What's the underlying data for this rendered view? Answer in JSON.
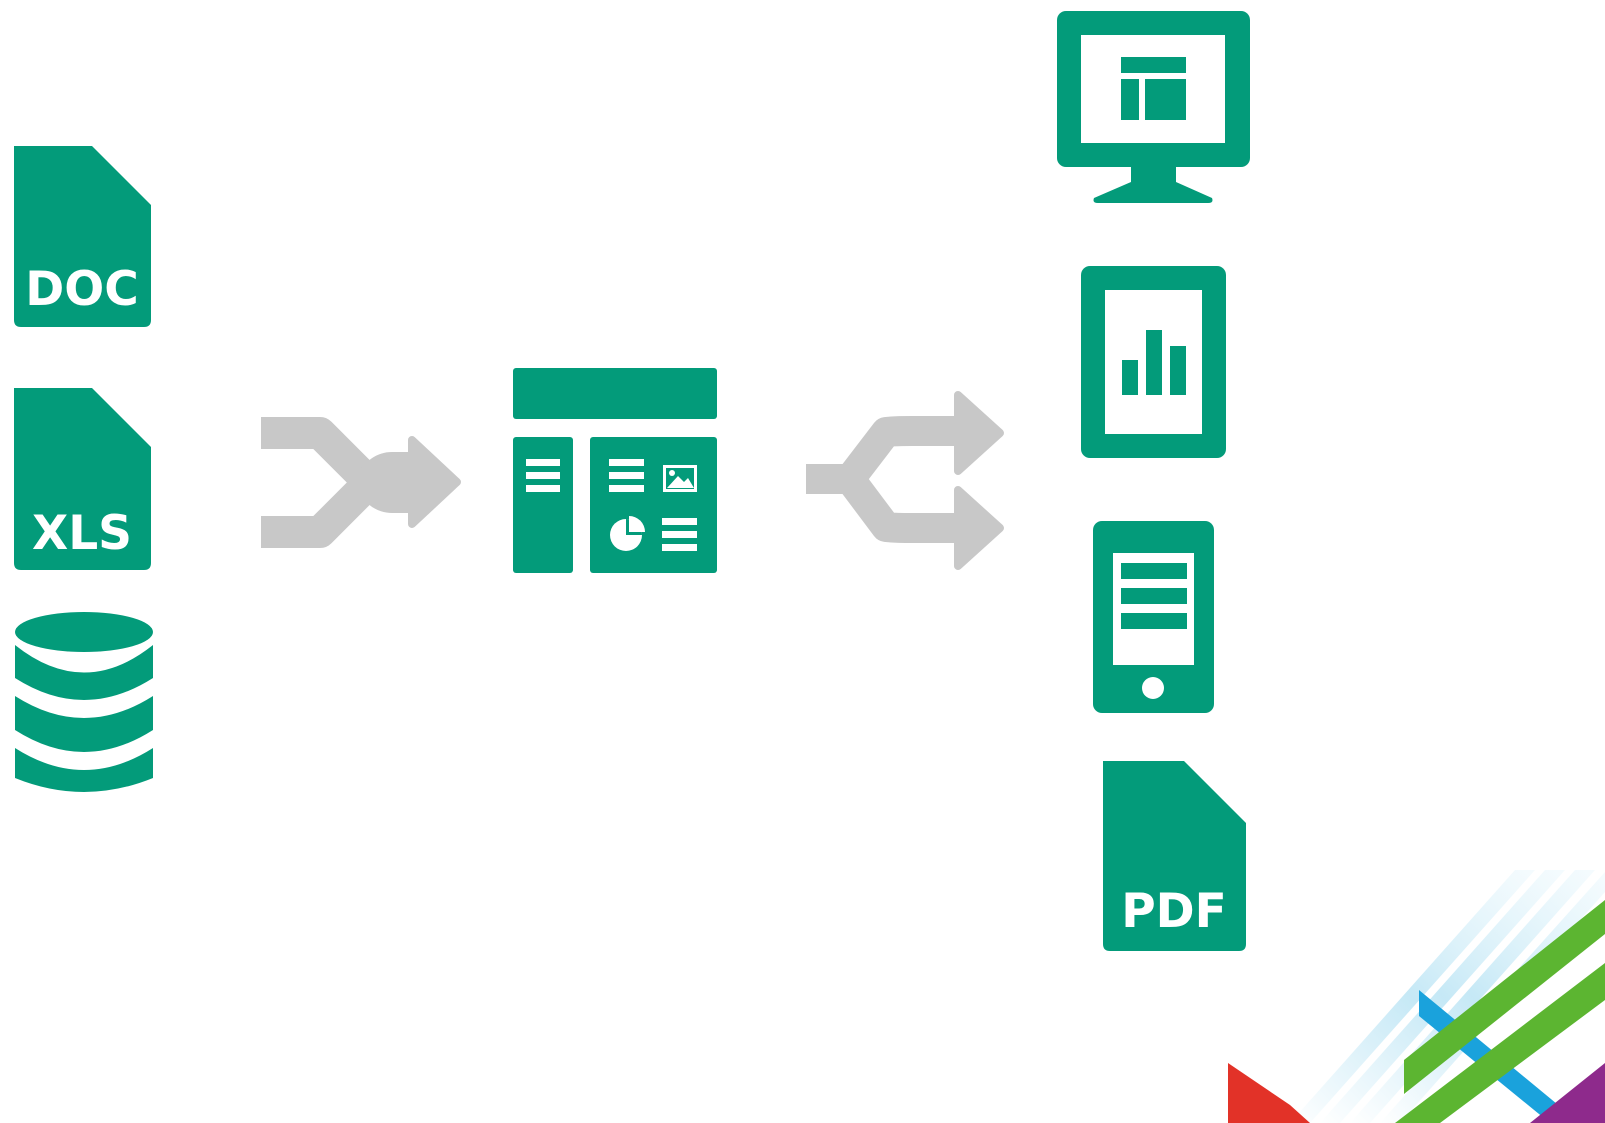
{
  "colors": {
    "icon": "#039b7a",
    "arrow": "#c8c8c8",
    "background": "#ffffff",
    "stripe_green": "#5cb531",
    "stripe_blue": "#1aa2dc",
    "stripe_red": "#e23228",
    "stripe_purple": "#8e2a8c"
  },
  "sources": [
    {
      "icon": "doc-file-icon",
      "label": "DOC"
    },
    {
      "icon": "xls-file-icon",
      "label": "XLS"
    },
    {
      "icon": "database-icon"
    }
  ],
  "hub": {
    "icon": "dashboard-layout-icon"
  },
  "outputs": [
    {
      "icon": "desktop-monitor-icon"
    },
    {
      "icon": "tablet-chart-icon"
    },
    {
      "icon": "phone-list-icon"
    },
    {
      "icon": "pdf-file-icon",
      "label": "PDF"
    }
  ],
  "arrows": [
    {
      "icon": "merge-arrow-icon"
    },
    {
      "icon": "split-arrow-icon"
    }
  ]
}
